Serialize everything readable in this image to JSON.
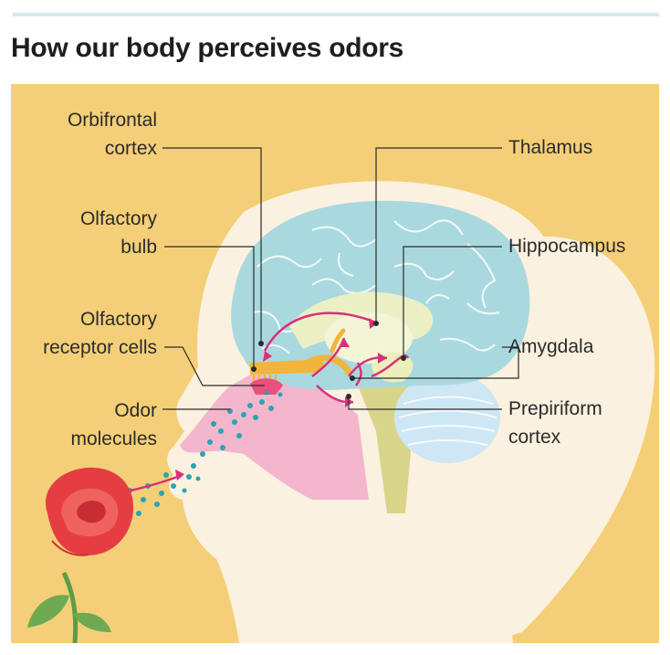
{
  "title": "How our body perceives odors",
  "labels": {
    "orbifrontal_cortex": [
      "Orbifrontal",
      "cortex"
    ],
    "olfactory_bulb": [
      "Olfactory",
      "bulb"
    ],
    "olfactory_receptor_cells": [
      "Olfactory",
      "receptor cells"
    ],
    "odor_molecules": [
      "Odor",
      "molecules"
    ],
    "thalamus": [
      "Thalamus"
    ],
    "hippocampus": [
      "Hippocampus"
    ],
    "amygdala": [
      "Amygdala"
    ],
    "prepiriform_cortex": [
      "Prepiriform",
      "cortex"
    ]
  },
  "colors": {
    "background": "#f4cf77",
    "head": "#fbf1e0",
    "brain": "#a9d9de",
    "nasal_cavity": "#f3b6cd",
    "pathway_arrows": "#d9307a",
    "olfactory_bulb": "#f2b43a",
    "rose": "#e53d41",
    "stem": "#5d9c47",
    "odor_molecules": "#2aa3b6"
  }
}
